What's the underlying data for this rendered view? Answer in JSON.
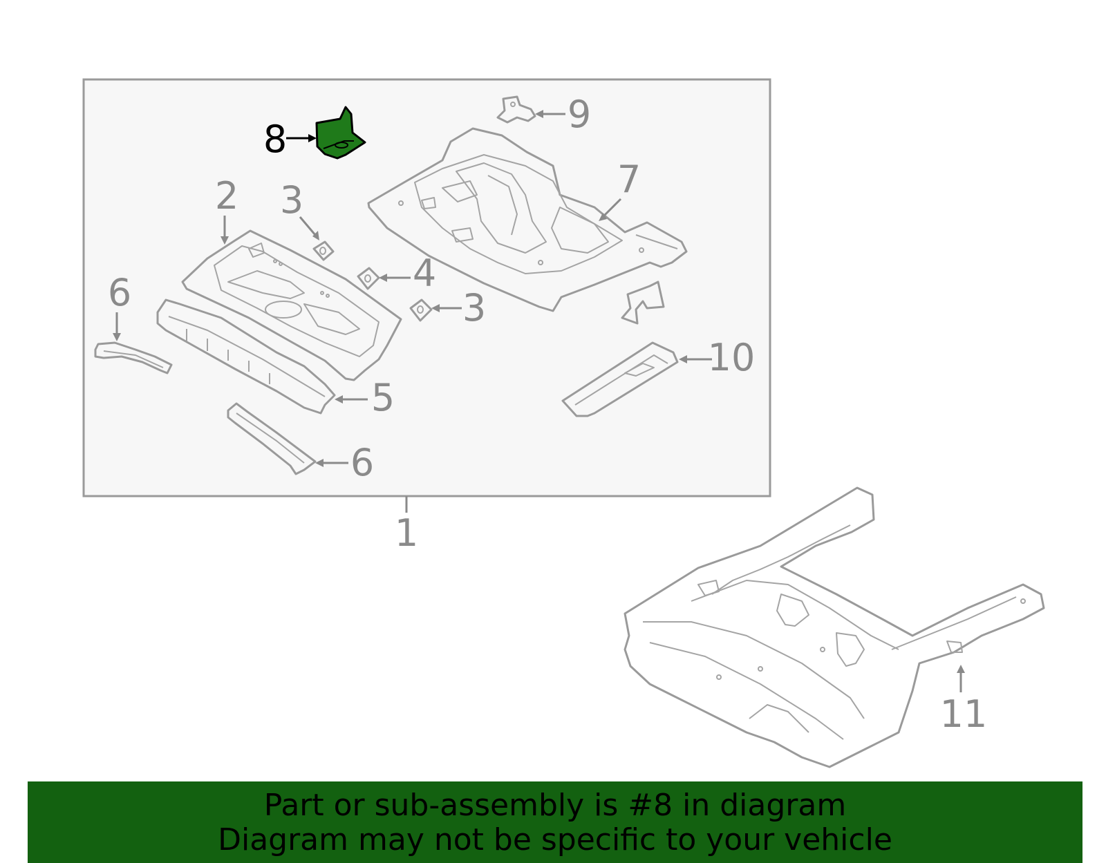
{
  "diagram": {
    "callouts": {
      "c1": "1",
      "c2": "2",
      "c3a": "3",
      "c3b": "3",
      "c4": "4",
      "c5": "5",
      "c6a": "6",
      "c6b": "6",
      "c7": "7",
      "c8": "8",
      "c9": "9",
      "c10": "10",
      "c11": "11"
    },
    "highlighted_part": "8",
    "highlight_color": "#1f7a1a"
  },
  "banner": {
    "line1": "Part or sub-assembly is #8 in diagram",
    "line2": "Diagram may not be specific to your vehicle",
    "background": "#136110"
  }
}
